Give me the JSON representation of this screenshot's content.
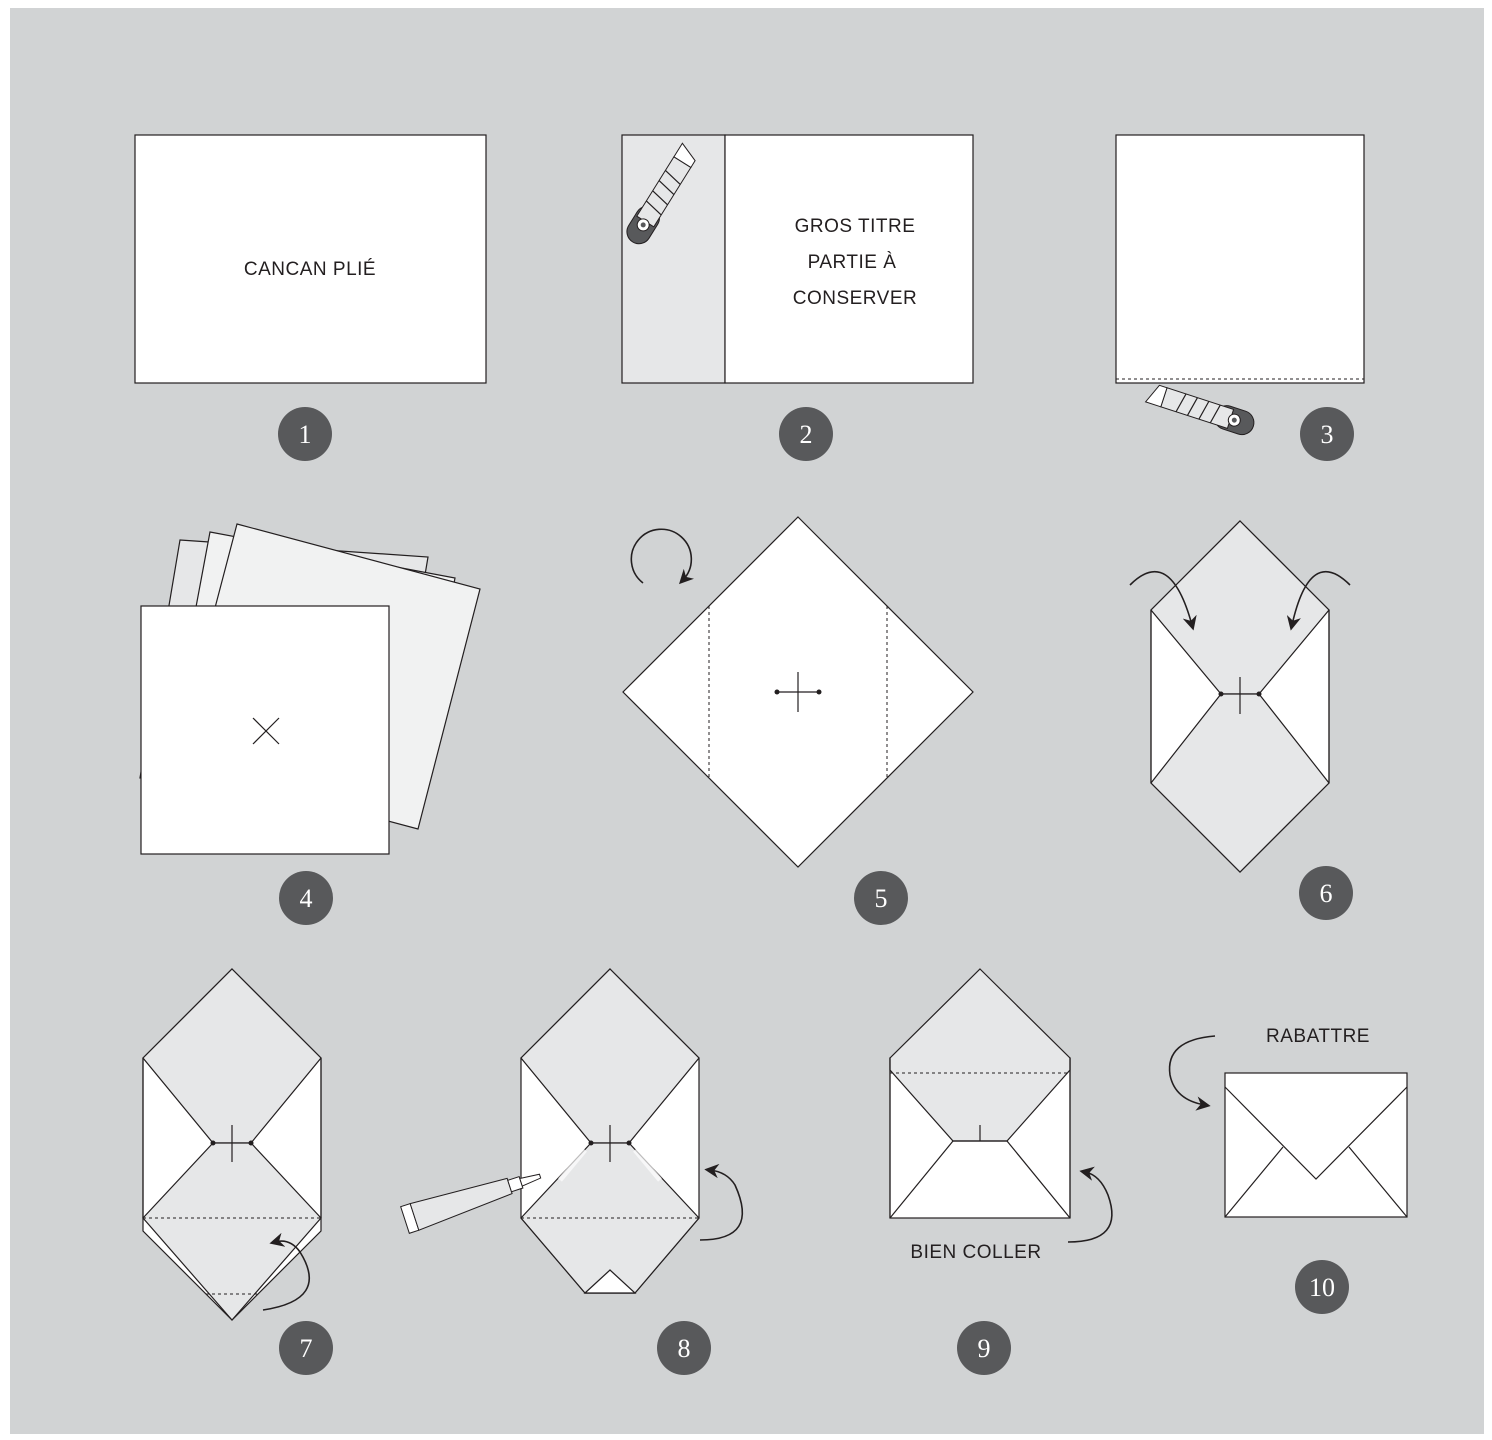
{
  "colors": {
    "background": "#d1d3d4",
    "paper": "#ffffff",
    "shaded_paper": "#e6e7e8",
    "step_badge": "#58595b",
    "ink": "#231f20"
  },
  "labels": {
    "cancan_plie": "CANCAN PLIÉ",
    "gros_titre_line1": "GROS TITRE",
    "gros_titre_line2": "PARTIE À",
    "gros_titre_line3": "CONSERVER",
    "bien_coller": "BIEN COLLER",
    "rabattre": "RABATTRE"
  },
  "steps": [
    "1",
    "2",
    "3",
    "4",
    "5",
    "6",
    "7",
    "8",
    "9",
    "10"
  ],
  "icons": [
    "cutter-knife-icon",
    "glue-tube-icon",
    "rotate-arrow-icon",
    "fold-arrow-icon"
  ]
}
